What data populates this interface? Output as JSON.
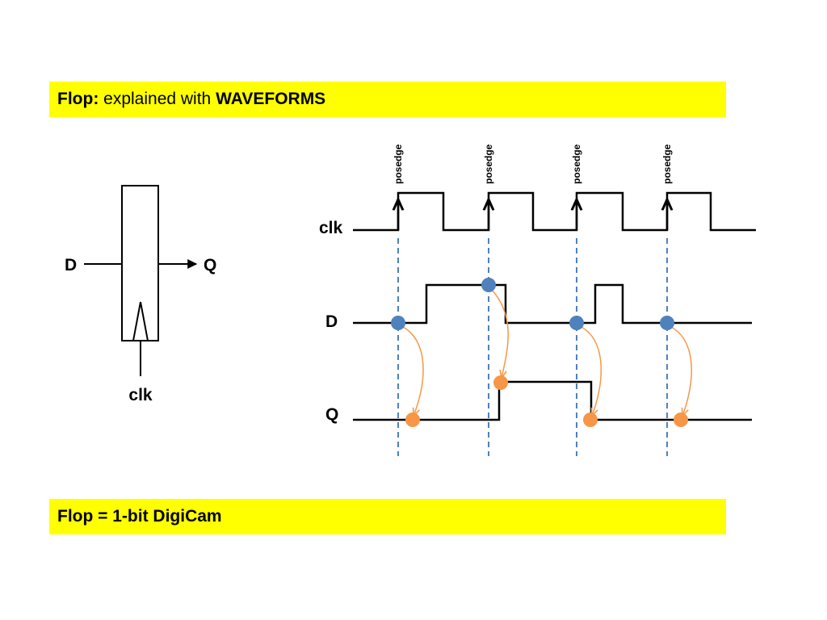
{
  "title": {
    "lead": "Flop:",
    "rest": " explained with ",
    "emph": "WAVEFORMS"
  },
  "footer": {
    "text": "Flop = 1-bit DigiCam"
  },
  "flop": {
    "input_label": "D",
    "output_label": "Q",
    "clock_label": "clk"
  },
  "waveforms": {
    "clk_label": "clk",
    "d_label": "D",
    "q_label": "Q",
    "edge_label": "posedge",
    "edge_count": 4
  },
  "colors": {
    "banner": "#ffff00",
    "sample_point": "#4f81bd",
    "output_point": "#f79646",
    "edge_line": "#4f81bd",
    "arrow": "#f79646"
  },
  "icons": [
    "rising-edge-arrow-icon",
    "clock-triangle-icon"
  ]
}
